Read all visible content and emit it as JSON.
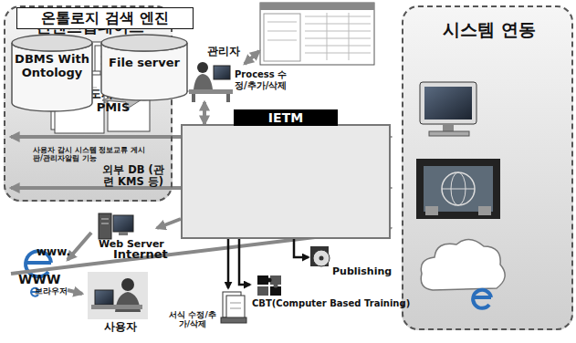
{
  "diagram": {
    "nodes": [
      {
        "text": [
          "컨텐츠업데이트",
          "사용자 감시 시스템 정보교류 게시판/관리자알림 기능"
        ]
      },
      {
        "text": [
          "관리자",
          "Process 수정/추가/삭제"
        ]
      },
      {
        "text": [
          "시스템 연동"
        ]
      },
      {
        "text": [
          "도시재생 PMIS"
        ],
        "in": 2
      },
      {
        "text": [
          "외부 DB (관련 KMS 등)"
        ],
        "in": 2
      },
      {
        "text": [
          "www.",
          "Internet"
        ],
        "in": 2
      },
      {
        "text": [
          "IETM"
        ]
      },
      {
        "text": [
          "온톨로지 검색 엔진"
        ],
        "in": 6
      },
      {
        "text": [
          "DBMS With Ontology"
        ],
        "in": 6
      },
      {
        "text": [
          "File server"
        ],
        "in": 6
      },
      {
        "text": [
          "Web Server"
        ]
      },
      {
        "text": [
          "WWW",
          "브라우저"
        ]
      },
      {
        "text": [
          "사용자"
        ]
      },
      {
        "text": [
          "Publishing"
        ]
      },
      {
        "text": [
          "CBT(Computer Based Training)"
        ]
      },
      {
        "text": [
          "서식 수정/추가/삭제"
        ]
      }
    ],
    "edges": [
      {
        "from": 0,
        "to": 1,
        "arrow": "to"
      },
      {
        "from": 1,
        "to": 6,
        "arrow": "both"
      },
      {
        "from": 6,
        "to": 3,
        "arrow": "both"
      },
      {
        "from": 6,
        "to": 4,
        "arrow": "both"
      },
      {
        "from": 5,
        "to": 6,
        "arrow": "to"
      },
      {
        "from": 6,
        "to": 10,
        "arrow": "to"
      },
      {
        "from": 10,
        "to": 11,
        "arrow": "to"
      },
      {
        "from": 11,
        "to": 12,
        "arrow": "to"
      },
      {
        "from": 6,
        "to": 13,
        "arrow": "to"
      },
      {
        "from": 6,
        "to": 14,
        "arrow": "to"
      },
      {
        "from": 6,
        "to": 15,
        "arrow": "to"
      }
    ]
  }
}
